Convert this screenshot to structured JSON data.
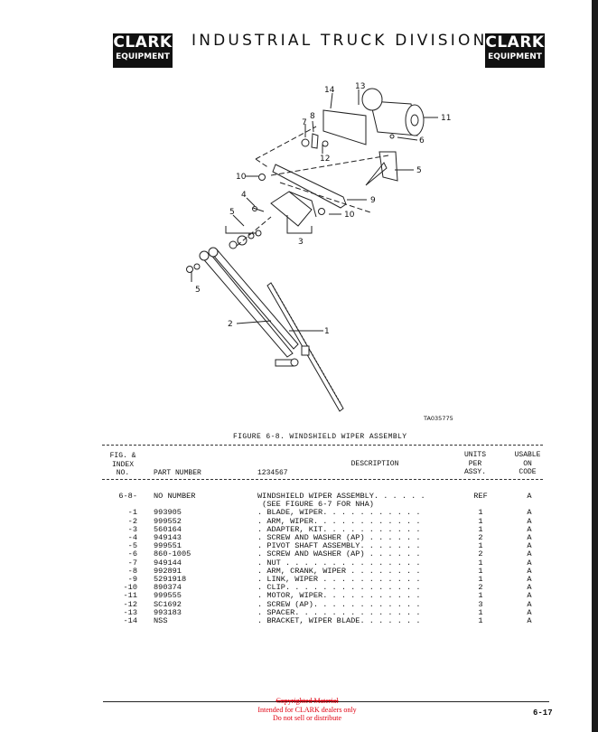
{
  "header": {
    "logo_left": {
      "line1": "CLARK",
      "line2": "EQUIPMENT"
    },
    "title": "INDUSTRIAL TRUCK DIVISION",
    "logo_right": {
      "line1": "CLARK",
      "line2": "EQUIPMENT"
    }
  },
  "figure": {
    "callouts": {
      "c1": "1",
      "c2": "2",
      "c3": "3",
      "c4": "4",
      "c5a": "5",
      "c5b": "5",
      "c5c": "5",
      "c6": "6",
      "c7": "7",
      "c8": "8",
      "c9": "9",
      "c10a": "10",
      "c10b": "10",
      "c11": "11",
      "c12": "12",
      "c13": "13",
      "c14": "14"
    },
    "drawing_number": "TA035775",
    "caption": "FIGURE 6-8.  WINDSHIELD WIPER ASSEMBLY"
  },
  "table": {
    "headers": {
      "index": [
        "FIG. &",
        "INDEX",
        "NO."
      ],
      "part_number": "PART NUMBER",
      "indent_scale": "1234567",
      "description": "DESCRIPTION",
      "units": [
        "UNITS",
        "PER",
        "ASSY."
      ],
      "usable": [
        "USABLE",
        "ON",
        "CODE"
      ]
    },
    "rows": [
      {
        "index": "6-8-",
        "part": "NO NUMBER",
        "desc": "WINDSHIELD WIPER ASSEMBLY. . . . . .",
        "qty": "REF",
        "code": "A"
      },
      {
        "index": "",
        "part": "",
        "desc": " (SEE FIGURE 6-7 FOR NHA)",
        "qty": "",
        "code": ""
      },
      {
        "index": "-1",
        "part": "993905",
        "desc": ". BLADE, WIPER. . . . . . . . . . .",
        "qty": "1",
        "code": "A"
      },
      {
        "index": "-2",
        "part": "999552",
        "desc": ". ARM, WIPER. . . . . . . . . . . .",
        "qty": "1",
        "code": "A"
      },
      {
        "index": "-3",
        "part": "560164",
        "desc": ". ADAPTER, KIT. . . . . . . . . . .",
        "qty": "1",
        "code": "A"
      },
      {
        "index": "-4",
        "part": "949143",
        "desc": ". SCREW AND WASHER (AP) . . . . . .",
        "qty": "2",
        "code": "A"
      },
      {
        "index": "-5",
        "part": "999551",
        "desc": ". PIVOT SHAFT ASSEMBLY. . . . . . .",
        "qty": "1",
        "code": "A"
      },
      {
        "index": "-6",
        "part": "860-1005",
        "desc": ". SCREW AND WASHER (AP) . . . . . .",
        "qty": "2",
        "code": "A"
      },
      {
        "index": "-7",
        "part": "949144",
        "desc": ". NUT . . . . . . . . . . . . . . .",
        "qty": "1",
        "code": "A"
      },
      {
        "index": "-8",
        "part": "992891",
        "desc": ". ARM, CRANK, WIPER . . . . . . . .",
        "qty": "1",
        "code": "A"
      },
      {
        "index": "-9",
        "part": "5291918",
        "desc": ". LINK, WIPER . . . . . . . . . . .",
        "qty": "1",
        "code": "A"
      },
      {
        "index": "-10",
        "part": "890374",
        "desc": ". CLIP. . . . . . . . . . . . . . .",
        "qty": "2",
        "code": "A"
      },
      {
        "index": "-11",
        "part": "999555",
        "desc": ". MOTOR, WIPER. . . . . . . . . . .",
        "qty": "1",
        "code": "A"
      },
      {
        "index": "-12",
        "part": "SC1692",
        "desc": ". SCREW (AP). . . . . . . . . . . .",
        "qty": "3",
        "code": "A"
      },
      {
        "index": "-13",
        "part": "993183",
        "desc": ". SPACER. . . . . . . . . . . . . .",
        "qty": "1",
        "code": "A"
      },
      {
        "index": "-14",
        "part": "NSS",
        "desc": ". BRACKET, WIPER BLADE. . . . . . .",
        "qty": "1",
        "code": "A"
      }
    ]
  },
  "footer": {
    "watermark": [
      "Copyrighted Material",
      "Intended for CLARK dealers only",
      "Do not sell or distribute"
    ],
    "page_number": "6-17"
  }
}
